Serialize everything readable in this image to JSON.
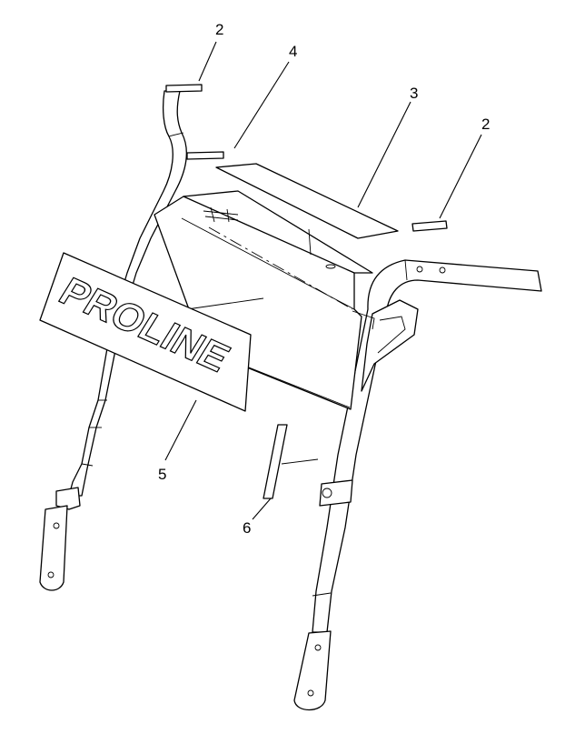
{
  "diagram": {
    "logo_text": "PROLINE",
    "callouts": {
      "decal_left_top": "2",
      "decal_small": "4",
      "decal_long": "3",
      "decal_right_top": "2",
      "name_plate": "5",
      "small_decal_lower": "6"
    }
  }
}
